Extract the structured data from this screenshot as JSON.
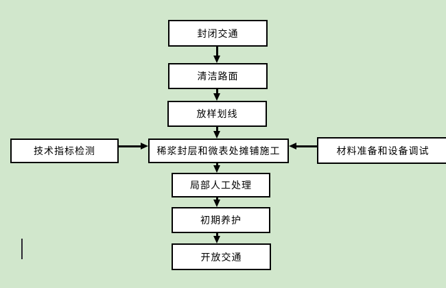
{
  "colors": {
    "background": "#d1e7cc",
    "node_fill": "#ffffff",
    "node_border": "#000000",
    "arrow": "#000000",
    "text": "#000000",
    "text_cursor": "#2a2630"
  },
  "flowchart": {
    "nodes": [
      {
        "id": "close-traffic",
        "label": "封闭交通"
      },
      {
        "id": "clean-pavement",
        "label": "清洁路面"
      },
      {
        "id": "setout-marking",
        "label": "放样划线"
      },
      {
        "id": "technical-index-inspection",
        "label": "技术指标检测"
      },
      {
        "id": "slurry-seal-micro-surfacing-paving",
        "label": "稀浆封层和微表处摊铺施工"
      },
      {
        "id": "material-preparation-equipment-debugging",
        "label": "材料准备和设备调试"
      },
      {
        "id": "local-manual-treatment",
        "label": "局部人工处理"
      },
      {
        "id": "initial-curing",
        "label": "初期养护"
      },
      {
        "id": "open-traffic",
        "label": "开放交通"
      }
    ],
    "edges": [
      {
        "from": "封闭交通",
        "to": "清洁路面",
        "direction": "down"
      },
      {
        "from": "清洁路面",
        "to": "放样划线",
        "direction": "down"
      },
      {
        "from": "放样划线",
        "to": "稀浆封层和微表处摊铺施工",
        "direction": "down"
      },
      {
        "from": "技术指标检测",
        "to": "稀浆封层和微表处摊铺施工",
        "direction": "right"
      },
      {
        "from": "材料准备和设备调试",
        "to": "稀浆封层和微表处摊铺施工",
        "direction": "left"
      },
      {
        "from": "稀浆封层和微表处摊铺施工",
        "to": "局部人工处理",
        "direction": "down"
      },
      {
        "from": "局部人工处理",
        "to": "初期养护",
        "direction": "down"
      },
      {
        "from": "初期养护",
        "to": "开放交通",
        "direction": "down"
      }
    ]
  }
}
